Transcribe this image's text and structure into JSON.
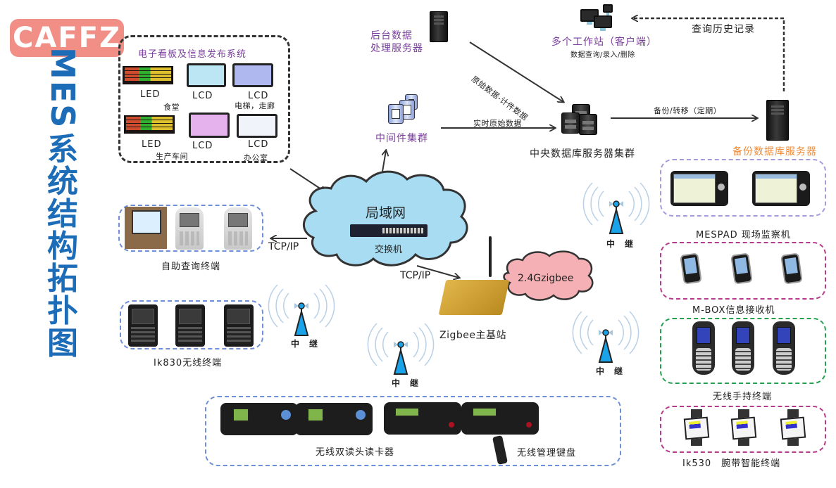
{
  "watermark": "CAFFZ",
  "title": {
    "latin": "MES",
    "chinese": [
      "系",
      "统",
      "结",
      "构",
      "拓",
      "扑",
      "图"
    ]
  },
  "colors": {
    "title_blue": "#1c6cb8",
    "label_purple": "#7b3f9e",
    "label_orange": "#f08c3a",
    "cloud_blue": "#a8dcf2",
    "cloud_pink": "#f4b0b4",
    "antenna_blue": "#1aa3e8"
  },
  "signage": {
    "title": "电子看板及信息发布系统",
    "devices": [
      {
        "type": "LED",
        "location": ""
      },
      {
        "type": "LCD",
        "location": "食堂"
      },
      {
        "type": "LCD",
        "location": "电梯，走廊"
      },
      {
        "type": "LED",
        "location": ""
      },
      {
        "type": "LCD",
        "location": "生产车间"
      },
      {
        "type": "LCD",
        "location": "办公室"
      }
    ]
  },
  "nodes": {
    "backend_server": "后台数据\n处理服务器",
    "backend_line1": "后台数据",
    "backend_line2": "处理服务器",
    "workstations": "多个工作站（客户端）",
    "workstations_sub": "数据查询/录入/删除",
    "middleware": "中间件集群",
    "central_db": "中央数据库服务器集群",
    "backup_db": "备份数据库服务器",
    "lan": "局域网",
    "switch": "交换机",
    "zigbee_base": "Zigbee主基站",
    "zigbee_cloud": "2.4Gzigbee"
  },
  "links": {
    "history_query": "查询历史记录",
    "raw_count": "原始数据-计件数据",
    "realtime_raw": "实时原始数据",
    "backup_transfer": "备份/转移（定期）",
    "tcpip_left": "TCP/IP",
    "tcpip_bottom": "TCP/IP"
  },
  "relay_label": "中　继",
  "terminal_groups": {
    "self_service": "自助查询终端",
    "ik830": "Ik830无线终端",
    "dual_reader": "无线双读头读卡器",
    "mgmt_keyboard": "无线管理键盘",
    "mespad": "MESPAD 现场监察机",
    "mbox": "M-BOX信息接收机",
    "handheld": "无线手持终端",
    "wristband": "Ik530　腕带智能终端"
  }
}
